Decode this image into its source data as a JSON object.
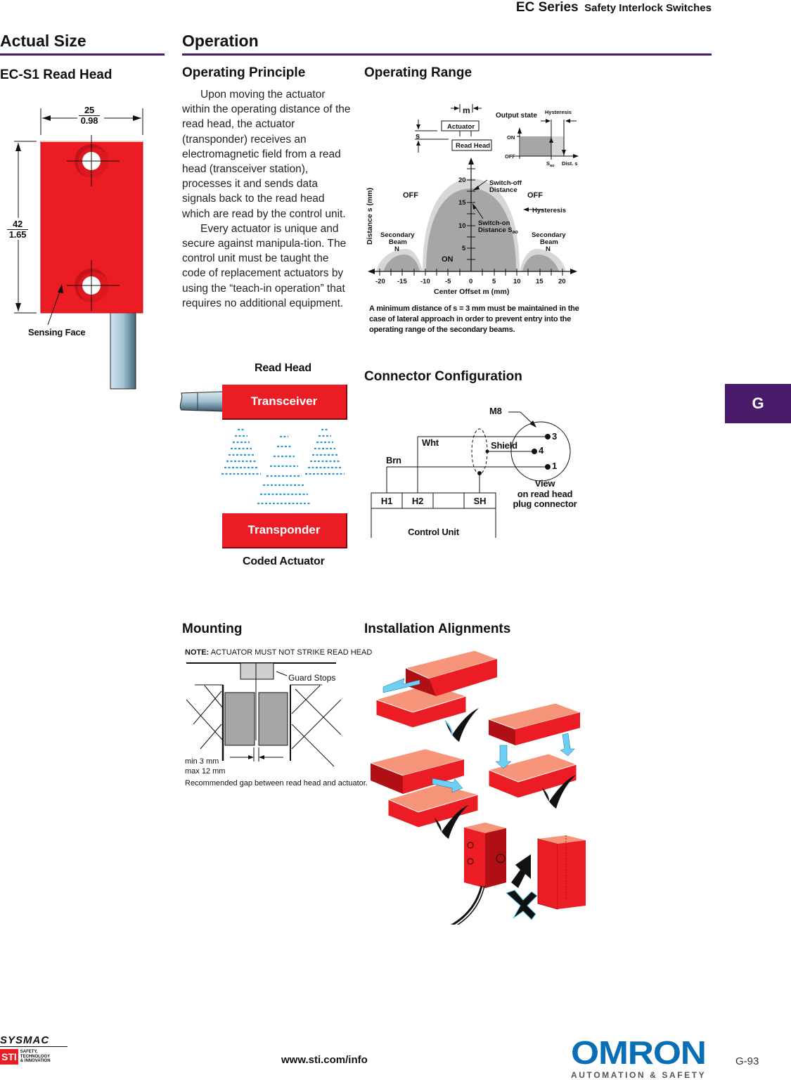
{
  "header": {
    "series": "EC Series",
    "subtitle": "Safety Interlock Switches"
  },
  "left_column": {
    "section_title": "Actual Size",
    "subsection_title": "EC-S1 Read Head",
    "drawing": {
      "width_mm": "25",
      "width_in": "0.98",
      "height_mm": "42",
      "height_in": "1.65",
      "callout": "Sensing Face"
    }
  },
  "main": {
    "section_title": "Operation",
    "operating_principle": {
      "title": "Operating Principle",
      "paragraphs": [
        "Upon moving the actuator within the operating distance of the read head, the actuator (transponder) receives an electromagnetic field from a read head (transceiver station), processes it and sends data signals back to the read head which are read by the control unit.",
        "Every actuator is unique and secure against manipula-tion. The control unit must be taught the code of replacement actuators by using the “teach-in operation” that requires no additional equipment."
      ]
    },
    "operating_range": {
      "title": "Operating Range",
      "inset": {
        "m_label": "m",
        "s_label": "s",
        "actuator": "Actuator",
        "read_head": "Read Head",
        "output_state": "Output state",
        "hysteresis": "Hysteresis",
        "on": "ON",
        "off": "OFF",
        "sao": "Sao",
        "dist": "Dist. s"
      },
      "note": "A minimum distance of s = 3 mm must be maintained in the case of lateral approach in order to prevent entry into the operating range of the secondary beams."
    },
    "principle_diagram": {
      "top_label": "Read Head",
      "transceiver": "Transceiver",
      "transponder": "Transponder",
      "bottom_label": "Coded Actuator"
    },
    "connector": {
      "title": "Connector Configuration",
      "m8": "M8",
      "wht": "Wht",
      "brn": "Brn",
      "shield": "Shield",
      "pins": [
        "3",
        "4",
        "1"
      ],
      "terminals": [
        "H1",
        "H2",
        "",
        "SH"
      ],
      "control_unit": "Control Unit",
      "view_caption": [
        "View",
        "on read head",
        "plug connector"
      ]
    },
    "mounting": {
      "title": "Mounting",
      "note_bold": "NOTE:",
      "note_text": "ACTUATOR MUST NOT STRIKE READ HEAD",
      "guard_stops": "Guard Stops",
      "min": "min 3 mm",
      "max": "max 12 mm",
      "caption": "Recommended gap between read head and actuator."
    },
    "installation": {
      "title": "Installation Alignments",
      "items": [
        {
          "name": "lateral-slide-left",
          "status": "ok"
        },
        {
          "name": "vertical-approach",
          "status": "ok"
        },
        {
          "name": "lateral-slide-right",
          "status": "ok"
        },
        {
          "name": "side-face-approach",
          "status": "not-ok"
        }
      ]
    }
  },
  "side_tab": {
    "label": "G"
  },
  "footer": {
    "logo_sysmac": "SYSMAC",
    "logo_sti": "STI",
    "sti_tagline": [
      "SAFETY,",
      "TECHNOLOGY",
      "& INNOVATION"
    ],
    "url": "www.sti.com/info",
    "omron": "OMRON",
    "omron_tagline": "AUTOMATION & SAFETY",
    "page": "G-93"
  },
  "chart_data": {
    "type": "area",
    "title": "Operating Range",
    "xlabel": "Center Offset m (mm)",
    "ylabel": "Distance s (mm)",
    "x_ticks": [
      -20,
      -15,
      -10,
      -5,
      0,
      5,
      10,
      15,
      20
    ],
    "y_ticks": [
      5,
      10,
      15,
      20
    ],
    "xlim": [
      -21,
      21
    ],
    "ylim": [
      0,
      22
    ],
    "regions": [
      {
        "name": "Main beam switch-off (hysteresis)",
        "x_range": [
          -10.5,
          10.5
        ],
        "peak_s": 17.5
      },
      {
        "name": "Main beam switch-on (ON)",
        "x_range": [
          -10,
          10
        ],
        "peak_s": 15
      },
      {
        "name": "Secondary Beam N (left)",
        "x_range": [
          -21,
          -10.5
        ],
        "peak_s": 3.5
      },
      {
        "name": "Secondary Beam N (right)",
        "x_range": [
          10.5,
          21
        ],
        "peak_s": 3.5
      }
    ],
    "annotations": [
      "OFF",
      "OFF",
      "ON",
      "Switch-off Distance",
      "Switch-on Distance Sao",
      "Hysteresis",
      "Secondary Beam N",
      "Secondary Beam N"
    ],
    "switch_on_distance": 15,
    "switch_off_distance": 17.5
  }
}
